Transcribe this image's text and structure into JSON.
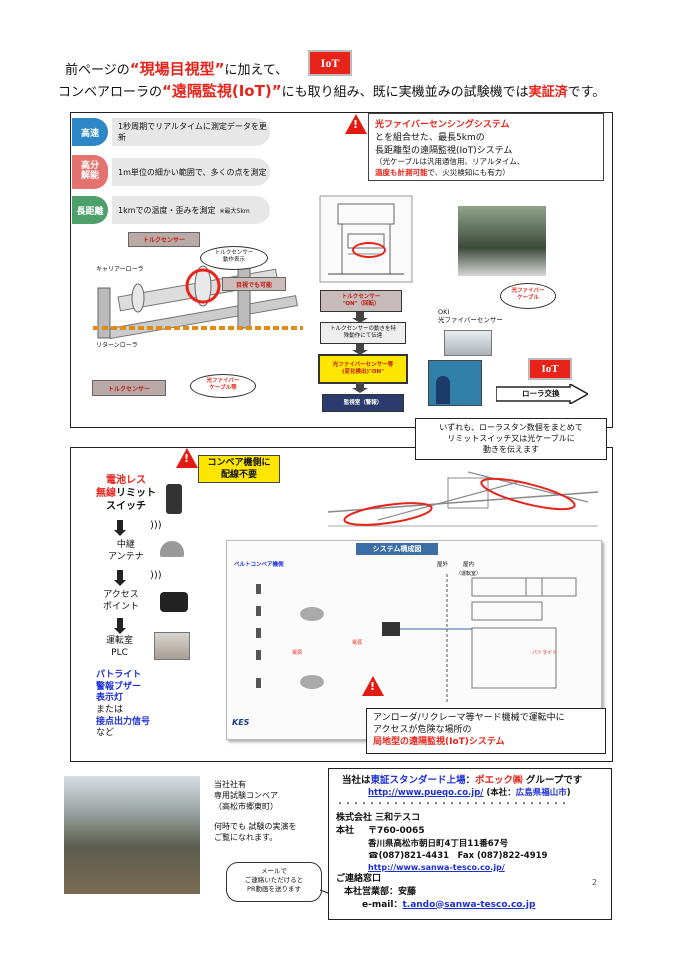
{
  "header": {
    "line1_a": "前ページの",
    "line1_b": "“現場目視型”",
    "line1_c": "に加えて、",
    "iot_badge": "IoT",
    "line2_a": "コンベアローラの",
    "line2_b": "“遠隔監視(IoT)”",
    "line2_c": "にも取り組み、既に実機並みの試験機では",
    "line2_d": "実証済",
    "line2_e": "です。"
  },
  "section1": {
    "features": [
      {
        "tag": "高速",
        "text": "1秒周期でリアルタイムに測定データを更新",
        "color": "#2f86c6"
      },
      {
        "tag": "高分解能",
        "text": "1m単位の細かい範囲で、多くの点を測定",
        "color": "#e2736f"
      },
      {
        "tag": "長距離",
        "text": "1kmでの温度・歪みを測定",
        "note": "※最大5km",
        "color": "#4ea06b"
      }
    ],
    "fiber_note": {
      "l1": "光ファイバーセンシングシステム",
      "l2": "とを組合せた、最長5kmの",
      "l3": "長距離型の遠隔監視(IoT)システム",
      "l4": "（光ケーブルは汎用通信用、リアルタイム、",
      "l5a": "温度も計測可能",
      "l5b": "で、火災検知にも有力）"
    },
    "conveyor_labels": {
      "torque_sensor_top": "トルクセンサー",
      "torque_callout1": "トルクセンサー",
      "torque_callout2": "動作表示",
      "visible": "目視でも可能",
      "carrier_roller": "キャリアーローラ",
      "return_roller": "リターンローラ",
      "torque_sensor_bottom": "トルクセンサー",
      "fiber_cable1": "光ファイバー",
      "fiber_cable2": "ケーブル等"
    },
    "flow": {
      "step1a": "トルクセンサー",
      "step1b": "\"ON\"（回転）",
      "step2a": "トルクセンサーの動きを特",
      "step2b": "殊動作にて伝達",
      "step3a": "光ファイバーセンサー等",
      "step3b": "(変化検出)\"ON\"",
      "step4": "監視室（警報）",
      "oki1": "OKI",
      "oki2": "光ファイバーセンサー",
      "tunnel_label1": "光ファイバー",
      "tunnel_label2": "ケーブル",
      "iot2": "IoT",
      "roller_replace": "ローラ交換"
    }
  },
  "section2": {
    "callout_top": {
      "l1": "いずれも、ローラスタン数個をまとめて",
      "l2": "リミットスイッチ又は光ケーブルに",
      "l3": "動きを伝えます"
    },
    "machine_note": {
      "l1": "コンベア機側に",
      "l2": "配線不要"
    },
    "left_chain": {
      "battery1": "電池レス",
      "battery2a": "無線",
      "battery2b": "リミット",
      "battery3": "スイッチ",
      "relay1": "中継",
      "relay2": "アンテナ",
      "access1": "アクセス",
      "access2": "ポイント",
      "control1": "運転室",
      "control2": "PLC",
      "out1": "パトライト",
      "out2": "警報ブザー",
      "out3": "表示灯",
      "out4": "または",
      "out5": "接点出力信号",
      "out6": "など"
    },
    "system_title": "システム構成図",
    "diagram_small": {
      "belt": "ベルトコンベア機側",
      "yard_out": "屋外",
      "yard_in": "屋内",
      "site": "（運転室）",
      "kes": "KES"
    },
    "bottom_note": {
      "l1": "アンローダ/リクレーマ等ヤード機械で運転中に",
      "l2": "アクセスが危険な場所の",
      "l3": "局地型の遠隔監視(IoT)システム"
    }
  },
  "footer": {
    "company_note1": "当社社有",
    "company_note2": "専用試験コンベア",
    "company_note3": "（高松市郷東町）",
    "company_note4": "何時でも 試験の実演を",
    "company_note5": "ご覧になれます。",
    "group_a": "当社は",
    "group_b": "東証スタンダード上場",
    "group_c": "：",
    "group_d": "ポエック㈱",
    "group_e": " グループです",
    "group_url": "http://www.pueqo.co.jp/",
    "group_hq_a": " (本社：",
    "group_hq_b": "広島県福山市",
    "group_hq_c": ")",
    "dots": "・・・・・・・・・・・・・・・・・・・・・・・・・・・・・",
    "company": "株式会社 三和テスコ",
    "hq_label": "本社",
    "zip": "〒760-0065",
    "address": "香川県高松市朝日町4丁目11番67号",
    "tel": "☎(087)821-4431　Fax (087)822-4919",
    "url": "http://www.sanwa-tesco.co.jp/",
    "contact": "ご連絡窓口",
    "sales": "本社営業部：安藤",
    "email_label": "e-mail：",
    "email": "t.ando@sanwa-tesco.co.jp",
    "mail_bubble1": "メールで",
    "mail_bubble2": "ご連絡いただけると",
    "mail_bubble3": "PR動画を送ります",
    "page_number": "2"
  }
}
